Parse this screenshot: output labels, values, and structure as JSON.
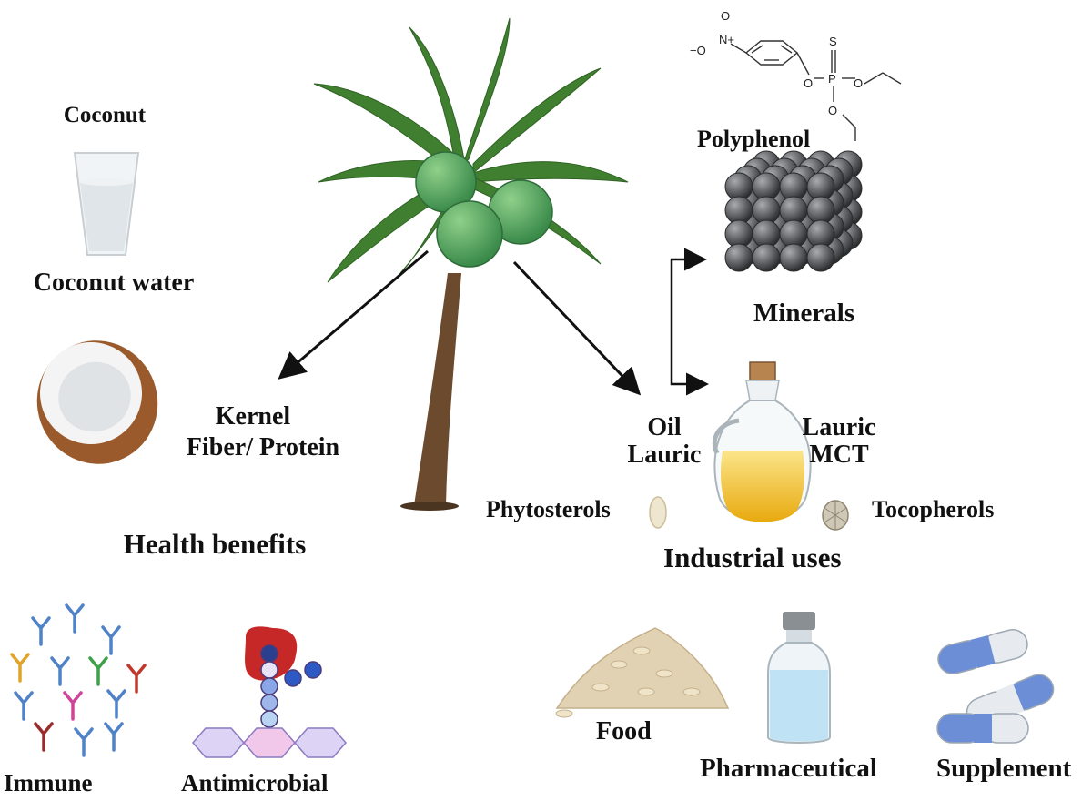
{
  "health": {
    "coconut": "Coconut",
    "coconut_water": "Coconut water",
    "kernel": "Kernel",
    "fiber_protein": "Fiber/ Protein",
    "title": "Health benefits",
    "immune": "Immune",
    "antimicrobial": "Antimicrobial"
  },
  "industrial": {
    "polyphenol": "Polyphenol",
    "minerals": "Minerals",
    "oil": "Oil",
    "lauric_left": "Lauric",
    "lauric_right": "Lauric",
    "mct": "MCT",
    "phytosterols": "Phytosterols",
    "tocopherols": "Tocopherols",
    "title": "Industrial uses",
    "food": "Food",
    "pharmaceutical": "Pharmaceutical",
    "supplement": "Supplement"
  },
  "chemical": {
    "o_minus": "−O",
    "n_plus": "N+",
    "o_top": "O",
    "s": "S",
    "p": "P",
    "o_left": "O",
    "o_right": "O",
    "o_bottom": "O"
  },
  "colors": {
    "palm_trunk": "#6b4a2e",
    "palm_leaf": "#3f7f2f",
    "coconut_fruit": "#4f9a57",
    "mineral_sphere": "#5e6064",
    "oil": "#f2c21b",
    "pill_blue": "#6b8ed6"
  }
}
